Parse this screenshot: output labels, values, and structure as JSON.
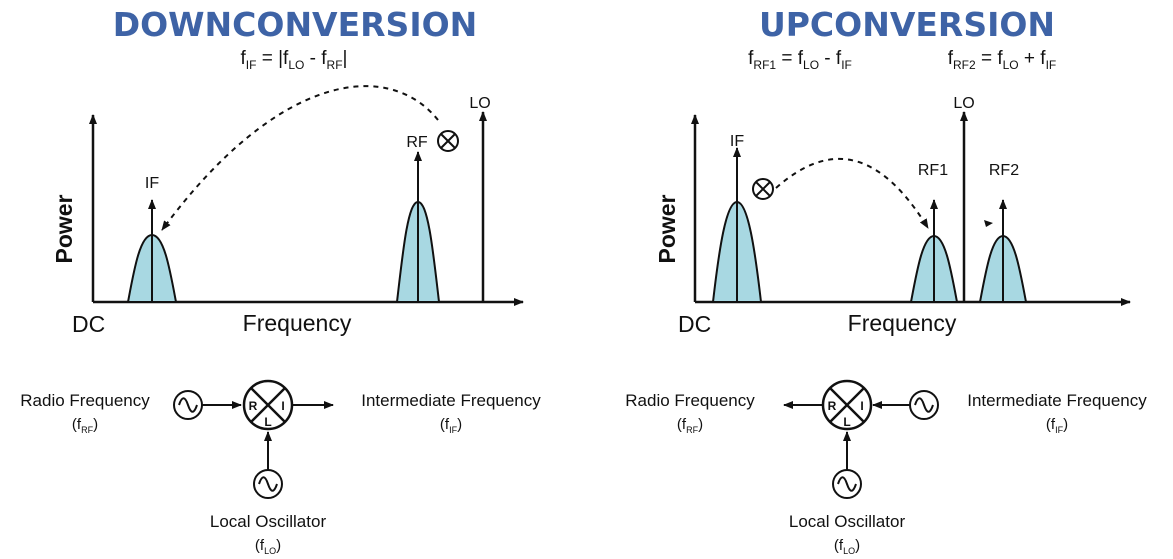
{
  "colors": {
    "title": "#3e63a6",
    "peak_fill": "#a8d8e2",
    "ink": "#111111"
  },
  "icons": {
    "mixer": "mixer-x-circle-icon",
    "oscillator": "sine-wave-source-icon"
  },
  "downconversion": {
    "title": "DOWNCONVERSION",
    "equation": {
      "f": "f",
      "sub_if": "IF",
      "eq": " = |f",
      "sub_lo": "LO",
      "minus": " - f",
      "sub_rf": "RF",
      "close": "|"
    },
    "spectrum": {
      "y_label": "Power",
      "x_label": "Frequency",
      "dc_label": "DC",
      "if_label": "IF",
      "rf_label": "RF",
      "lo_label": "LO"
    },
    "block": {
      "rf_name": "Radio Frequency",
      "rf_sym": "(f",
      "rf_sub": "RF",
      "rf_close": ")",
      "if_name": "Intermediate Frequency",
      "if_sym": "(f",
      "if_sub": "IF",
      "if_close": ")",
      "lo_name": "Local Oscillator",
      "lo_sym": "(f",
      "lo_sub": "LO",
      "lo_close": ")",
      "port_r": "R",
      "port_i": "I",
      "port_l": "L"
    }
  },
  "upconversion": {
    "title": "UPCONVERSION",
    "equation1": {
      "f": "f",
      "sub_rf1": "RF1",
      "eq": " = f",
      "sub_lo": "LO",
      "minus": " - f",
      "sub_if": "IF"
    },
    "equation2": {
      "f": "f",
      "sub_rf2": "RF2",
      "eq": " = f",
      "sub_lo": "LO",
      "plus": " + f",
      "sub_if": "IF"
    },
    "spectrum": {
      "y_label": "Power",
      "x_label": "Frequency",
      "dc_label": "DC",
      "if_label": "IF",
      "rf1_label": "RF1",
      "rf2_label": "RF2",
      "lo_label": "LO"
    },
    "block": {
      "rf_name": "Radio Frequency",
      "rf_sym": "(f",
      "rf_sub": "RF",
      "rf_close": ")",
      "if_name": "Intermediate Frequency",
      "if_sym": "(f",
      "if_sub": "IF",
      "if_close": ")",
      "lo_name": "Local Oscillator",
      "lo_sym": "(f",
      "lo_sub": "LO",
      "lo_close": ")",
      "port_r": "R",
      "port_i": "I",
      "port_l": "L"
    }
  }
}
